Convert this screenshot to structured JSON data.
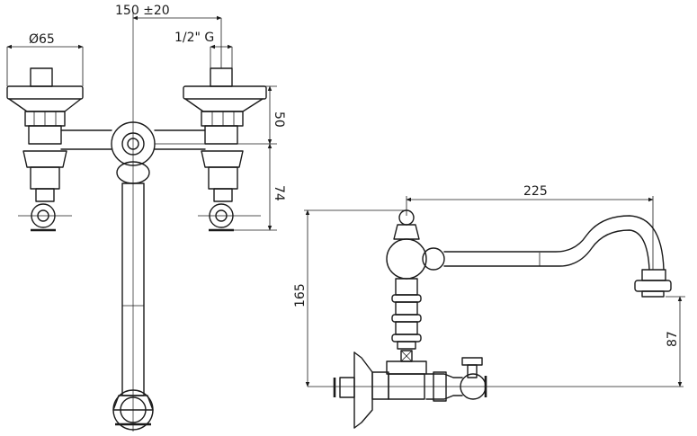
{
  "dimensions": {
    "center_distance": "150 ±20",
    "diameter": "Ø65",
    "thread": "1/2\" G",
    "height_50": "50",
    "height_74": "74",
    "spout_reach": "225",
    "overall_height": "165",
    "spout_height": "87"
  },
  "colors": {
    "line": "#1a1a1a",
    "background": "#ffffff"
  }
}
